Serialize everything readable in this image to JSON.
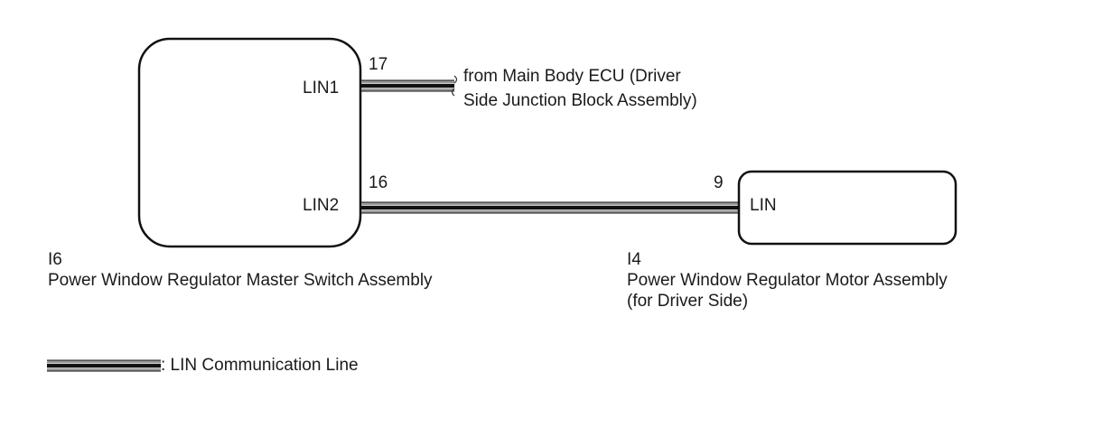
{
  "diagram": {
    "components": [
      {
        "id": "I6",
        "name": "Power Window Regulator Master Switch Assembly",
        "pins": [
          {
            "label": "LIN1",
            "number": "17"
          },
          {
            "label": "LIN2",
            "number": "16"
          }
        ]
      },
      {
        "id": "I4",
        "name_line1": "Power Window Regulator Motor Assembly",
        "name_line2": "(for Driver Side)",
        "pins": [
          {
            "label": "LIN",
            "number": "9"
          }
        ]
      }
    ],
    "external": {
      "line1": "from Main Body ECU (Driver",
      "line2": "Side Junction Block Assembly)"
    },
    "legend": {
      "label": ": LIN Communication Line"
    },
    "colors": {
      "line_dark": "#111111",
      "line_gray": "#9a9a9a"
    }
  }
}
